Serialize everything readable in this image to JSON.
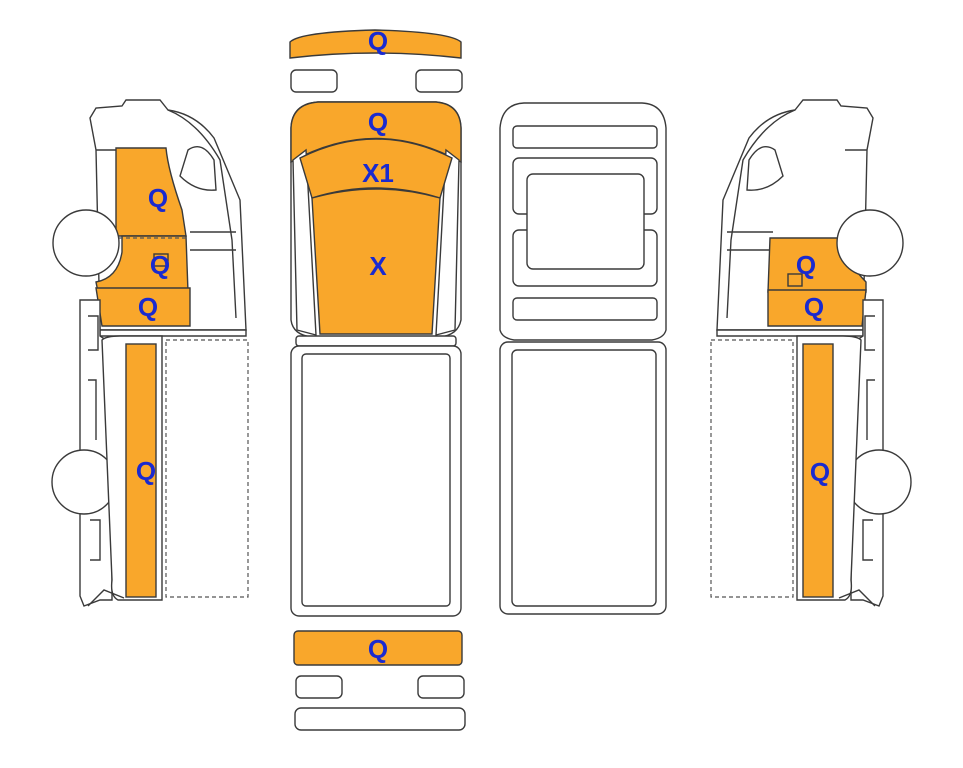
{
  "colors": {
    "highlight": "#F9A72B",
    "label": "#1A2ACF",
    "outline": "#3A3A3A"
  },
  "labels": {
    "front_bumper": "Q",
    "hood": "Q",
    "windshield": "X1",
    "roof": "X",
    "rear_bumper": "Q",
    "left_door": "Q",
    "left_fender": "Q",
    "left_lower": "Q",
    "left_bed_side": "Q",
    "right_fender": "Q",
    "right_lower": "Q",
    "right_bed_side": "Q"
  }
}
